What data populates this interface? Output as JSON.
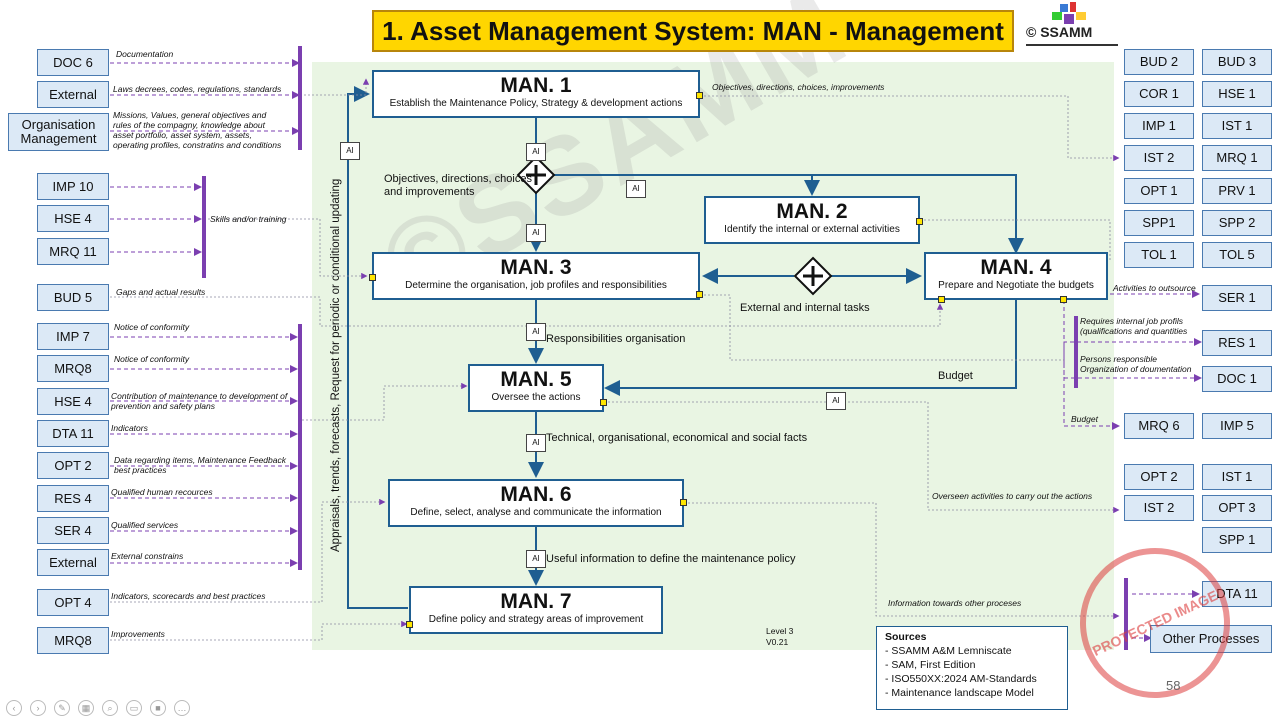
{
  "title": "1. Asset Management System: MAN - Management",
  "logo": {
    "text": "© SSAMM",
    "icon": "ssamm-logo"
  },
  "watermark": "©SSAMM",
  "stamp": "PROTECTED IMAGE",
  "vertical_label": "Appraisals, trends, forecasts, Request for periodic or conditional updating",
  "man": [
    {
      "id": "MAN. 1",
      "desc": "Establish the Maintenance Policy, Strategy & development actions"
    },
    {
      "id": "MAN. 2",
      "desc": "Identify the internal or external activities"
    },
    {
      "id": "MAN. 3",
      "desc": "Determine the organisation, job profiles and responsibilities"
    },
    {
      "id": "MAN. 4",
      "desc": "Prepare and Negotiate the budgets"
    },
    {
      "id": "MAN. 5",
      "desc": "Oversee the actions"
    },
    {
      "id": "MAN. 6",
      "desc": "Define, select, analyse and communicate the information"
    },
    {
      "id": "MAN. 7",
      "desc": "Define policy and strategy areas of improvement"
    }
  ],
  "left_inputs": [
    {
      "box": "DOC 6",
      "label": "Documentation"
    },
    {
      "box": "External",
      "label": "Laws decrees, codes, regulations, standards"
    },
    {
      "box": "Organisation Management",
      "label": "Missions, Values, general objectives and rules of the compagny, knowledge about asset portfolio, asset system, assets, operating profiles, constratins and conditions"
    },
    {
      "box": "IMP 10",
      "label": ""
    },
    {
      "box": "HSE 4",
      "label": "Skills and/or training"
    },
    {
      "box": "MRQ 11",
      "label": ""
    },
    {
      "box": "BUD 5",
      "label": "Gaps and actual results"
    },
    {
      "box": "IMP 7",
      "label": "Notice of conformity"
    },
    {
      "box": "MRQ8",
      "label": "Notice of conformity"
    },
    {
      "box": "HSE 4",
      "label": "Contribution of maintenance to development of prevention and safety plans"
    },
    {
      "box": "DTA 11",
      "label": "Indicators"
    },
    {
      "box": "OPT 2",
      "label": "Data regarding items, Maintenance Feedback best practices"
    },
    {
      "box": "RES 4",
      "label": "Qualified human recources"
    },
    {
      "box": "SER 4",
      "label": "Qualified services"
    },
    {
      "box": "External",
      "label": "External constrains"
    },
    {
      "box": "OPT 4",
      "label": "Indicators, scorecards and best practices"
    },
    {
      "box": "MRQ8",
      "label": "Improvements"
    }
  ],
  "right_outputs": {
    "group1": [
      "BUD 2",
      "BUD 3",
      "COR 1",
      "HSE 1",
      "IMP 1",
      "IST 1",
      "IST 2",
      "MRQ 1",
      "OPT 1",
      "PRV 1",
      "SPP1",
      "SPP 2",
      "TOL 1",
      "TOL 5"
    ],
    "group1_label": "Objectives, directions, choices, improvements",
    "ser1": "SER 1",
    "ser1_label": "Activities to outsource",
    "res1": "RES 1",
    "res1_label": "Requires internal job profils (qualifications and quantities",
    "doc1": "DOC 1",
    "doc1_label": "Persons responsible Organization of doumentation",
    "budget_group": [
      "MRQ 6",
      "IMP 5"
    ],
    "budget_label": "Budget",
    "group3": [
      "OPT 2",
      "IST 1",
      "IST 2",
      "OPT 3",
      "SPP 1"
    ],
    "group3_label": "Overseen activities to carry out the actions",
    "dta11": "DTA 11",
    "other": "Other Processes",
    "info_label": "Information towards other proceses"
  },
  "inner_labels": {
    "obj": "Objectives, directions, choices and improvements",
    "ext_int": "External and internal tasks",
    "resp": "Responsibilities organisation",
    "budget": "Budget",
    "tech": "Technical, organisational, economical and social facts",
    "useful": "Useful information to define the maintenance policy"
  },
  "level": "Level 3",
  "version": "V0.21",
  "page_number": "58",
  "sources": {
    "title": "Sources",
    "items": [
      "- SSAMM A&M Lemniscate",
      "- SAM, First Edition",
      "- ISO550XX:2024 AM-Standards",
      "- Maintenance landscape Model"
    ]
  },
  "colors": {
    "title_bg": "#ffd600",
    "man_border": "#1f5e91",
    "purple": "#7b3fb0",
    "box_bg": "#dce9f6",
    "area": "#e9f5e3"
  }
}
